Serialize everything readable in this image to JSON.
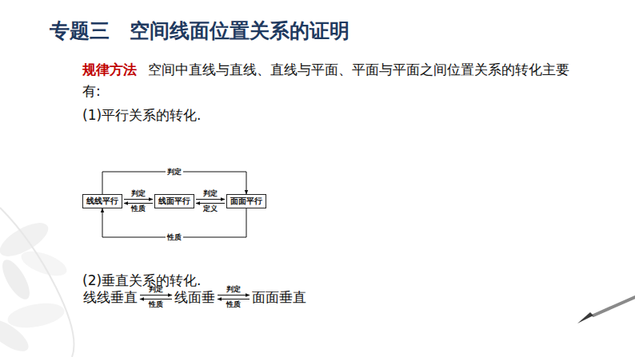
{
  "diagram": {
    "title": "专题三　空间线面位置关系的证明",
    "nodes": [
      {
        "text": [
          "线线平行"
        ]
      },
      {
        "text": [
          "线面平行"
        ]
      },
      {
        "text": [
          "面面平行"
        ]
      },
      {
        "text": [
          "线线垂直"
        ]
      },
      {
        "text": [
          "线面垂"
        ]
      },
      {
        "text": [
          "面面垂直"
        ]
      }
    ],
    "edges": [
      {
        "from": 0,
        "to": 1,
        "label": "判定",
        "arrow": "to"
      },
      {
        "from": 1,
        "to": 0,
        "label": "性质",
        "arrow": "to"
      },
      {
        "from": 1,
        "to": 2,
        "label": "判定",
        "arrow": "to"
      },
      {
        "from": 2,
        "to": 1,
        "label": "定义",
        "arrow": "to"
      },
      {
        "from": 0,
        "to": 2,
        "label": "判定",
        "arrow": "to"
      },
      {
        "from": 2,
        "to": 0,
        "label": "性质",
        "arrow": "to"
      },
      {
        "from": 3,
        "to": 4,
        "label": "判定",
        "arrow": "to"
      },
      {
        "from": 4,
        "to": 3,
        "label": "性质",
        "arrow": "to"
      },
      {
        "from": 4,
        "to": 5,
        "label": "判定",
        "arrow": "to"
      },
      {
        "from": 5,
        "to": 4,
        "label": "性质",
        "arrow": "to"
      }
    ],
    "labels": [
      "规律方法",
      "空间中直线与直线、直线与平面、平面与平面之间位置关系的转化主要有:",
      "(1)平行关系的转化.",
      "(2)垂直关系的转化."
    ]
  }
}
